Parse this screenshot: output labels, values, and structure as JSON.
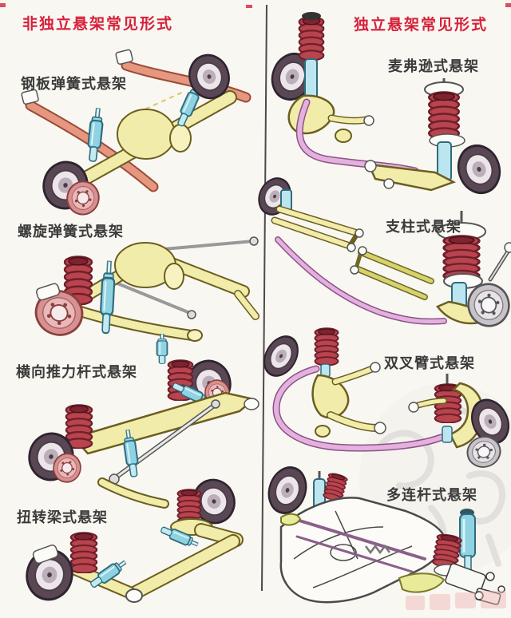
{
  "titles": {
    "left": "非独立悬架常见形式",
    "right": "独立悬架常见形式"
  },
  "left": {
    "items": [
      {
        "label": "钢板弹簧式悬架"
      },
      {
        "label": "螺旋弹簧式悬架"
      },
      {
        "label": "横向推力杆式悬架"
      },
      {
        "label": "扭转梁式悬架"
      }
    ]
  },
  "right": {
    "items": [
      {
        "label": "麦弗逊式悬架"
      },
      {
        "label": "支柱式悬架"
      },
      {
        "label": "双叉臂式悬架"
      },
      {
        "label": "多连杆式悬架"
      }
    ]
  },
  "colors": {
    "title_red": "#d6203a",
    "label_dark": "#3b3b3b",
    "spring_red": "#b8444e",
    "strut_cyan": "#8fd2e2",
    "arm_yellow": "#f2ecab",
    "leaf_salmon": "#e5977f",
    "stabilizer_pink": "#e3b1dd",
    "wheel_dark": "#5a4754",
    "disc_pink": "#d89090",
    "background": "#f9f7f2"
  }
}
